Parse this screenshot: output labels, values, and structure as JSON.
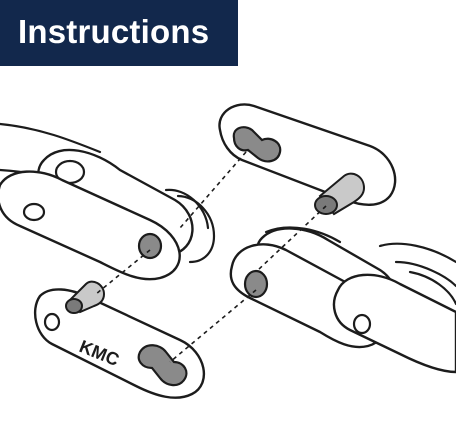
{
  "header": {
    "title": "Instructions",
    "background_color": "#12284c",
    "text_color": "#ffffff"
  },
  "diagram": {
    "subject": "chain-quick-link-assembly",
    "brand_label": "KMC",
    "line_color": "#1c1c1c",
    "pin_color": "#c9c9c9",
    "hole_shade_color": "#8a8a8a"
  }
}
